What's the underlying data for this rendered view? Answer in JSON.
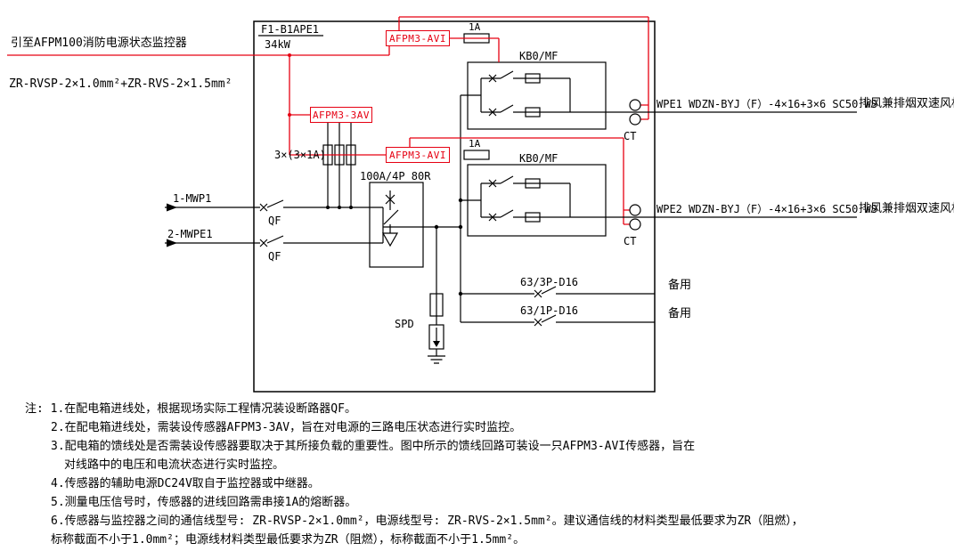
{
  "diagram": {
    "monitor_lead": "引至AFPM100消防电源状态监控器",
    "cable_spec": "ZR-RVSP-2×1.0mm²+ZR-RVS-2×1.5mm²",
    "panel": {
      "name": "F1-B1APE1",
      "power": "34kW"
    },
    "sensors": {
      "av3": "AFPM3-3AV",
      "avi_top": "AFPM3-AVI",
      "avi_bottom": "AFPM3-AVI"
    },
    "fuses": {
      "top": "1A",
      "bottom": "1A",
      "group": "3×(3×1A)"
    },
    "main_breaker": "100A/4P 80R",
    "incoming": [
      {
        "label": "1-MWP1",
        "breaker": "QF"
      },
      {
        "label": "2-MWPE1",
        "breaker": "QF"
      }
    ],
    "starters": [
      {
        "label": "KB0/MF"
      },
      {
        "label": "KB0/MF"
      }
    ],
    "spd_label": "SPD",
    "feeders": [
      {
        "breaker": "63/3P-D16",
        "load": "备用"
      },
      {
        "breaker": "63/1P-D16",
        "load": "备用"
      }
    ],
    "outputs": [
      {
        "ct": "CT",
        "cable": "WPE1 WDZN-BYJ（F）-4×16+3×6 SC50 WS",
        "load": "排风兼排烟双速风机"
      },
      {
        "ct": "CT",
        "cable": "WPE2 WDZN-BYJ（F）-4×16+3×6 SC50 WS",
        "load": "排风兼排烟双速风机"
      }
    ],
    "colors": {
      "accent_red": "#e60012",
      "line_black": "#000000",
      "background": "#ffffff"
    }
  },
  "notes": {
    "lines": [
      "注: 1.在配电箱进线处，根据现场实际工程情况装设断路器QF。",
      "2.在配电箱进线处，需装设传感器AFPM3-3AV，旨在对电源的三路电压状态进行实时监控。",
      "3.配电箱的馈线处是否需装设传感器要取决于其所接负载的重要性。图中所示的馈线回路可装设一只AFPM3-AVI传感器，旨在",
      "对线路中的电压和电流状态进行实时监控。",
      "4.传感器的辅助电源DC24V取自于监控器或中继器。",
      "5.测量电压信号时，传感器的进线回路需串接1A的熔断器。",
      "6.传感器与监控器之间的通信线型号: ZR-RVSP-2×1.0mm²，电源线型号: ZR-RVS-2×1.5mm²。建议通信线的材料类型最低要求为ZR（阻燃），",
      "标称截面不小于1.0mm²；电源线材料类型最低要求为ZR（阻燃），标称截面不小于1.5mm²。"
    ]
  }
}
